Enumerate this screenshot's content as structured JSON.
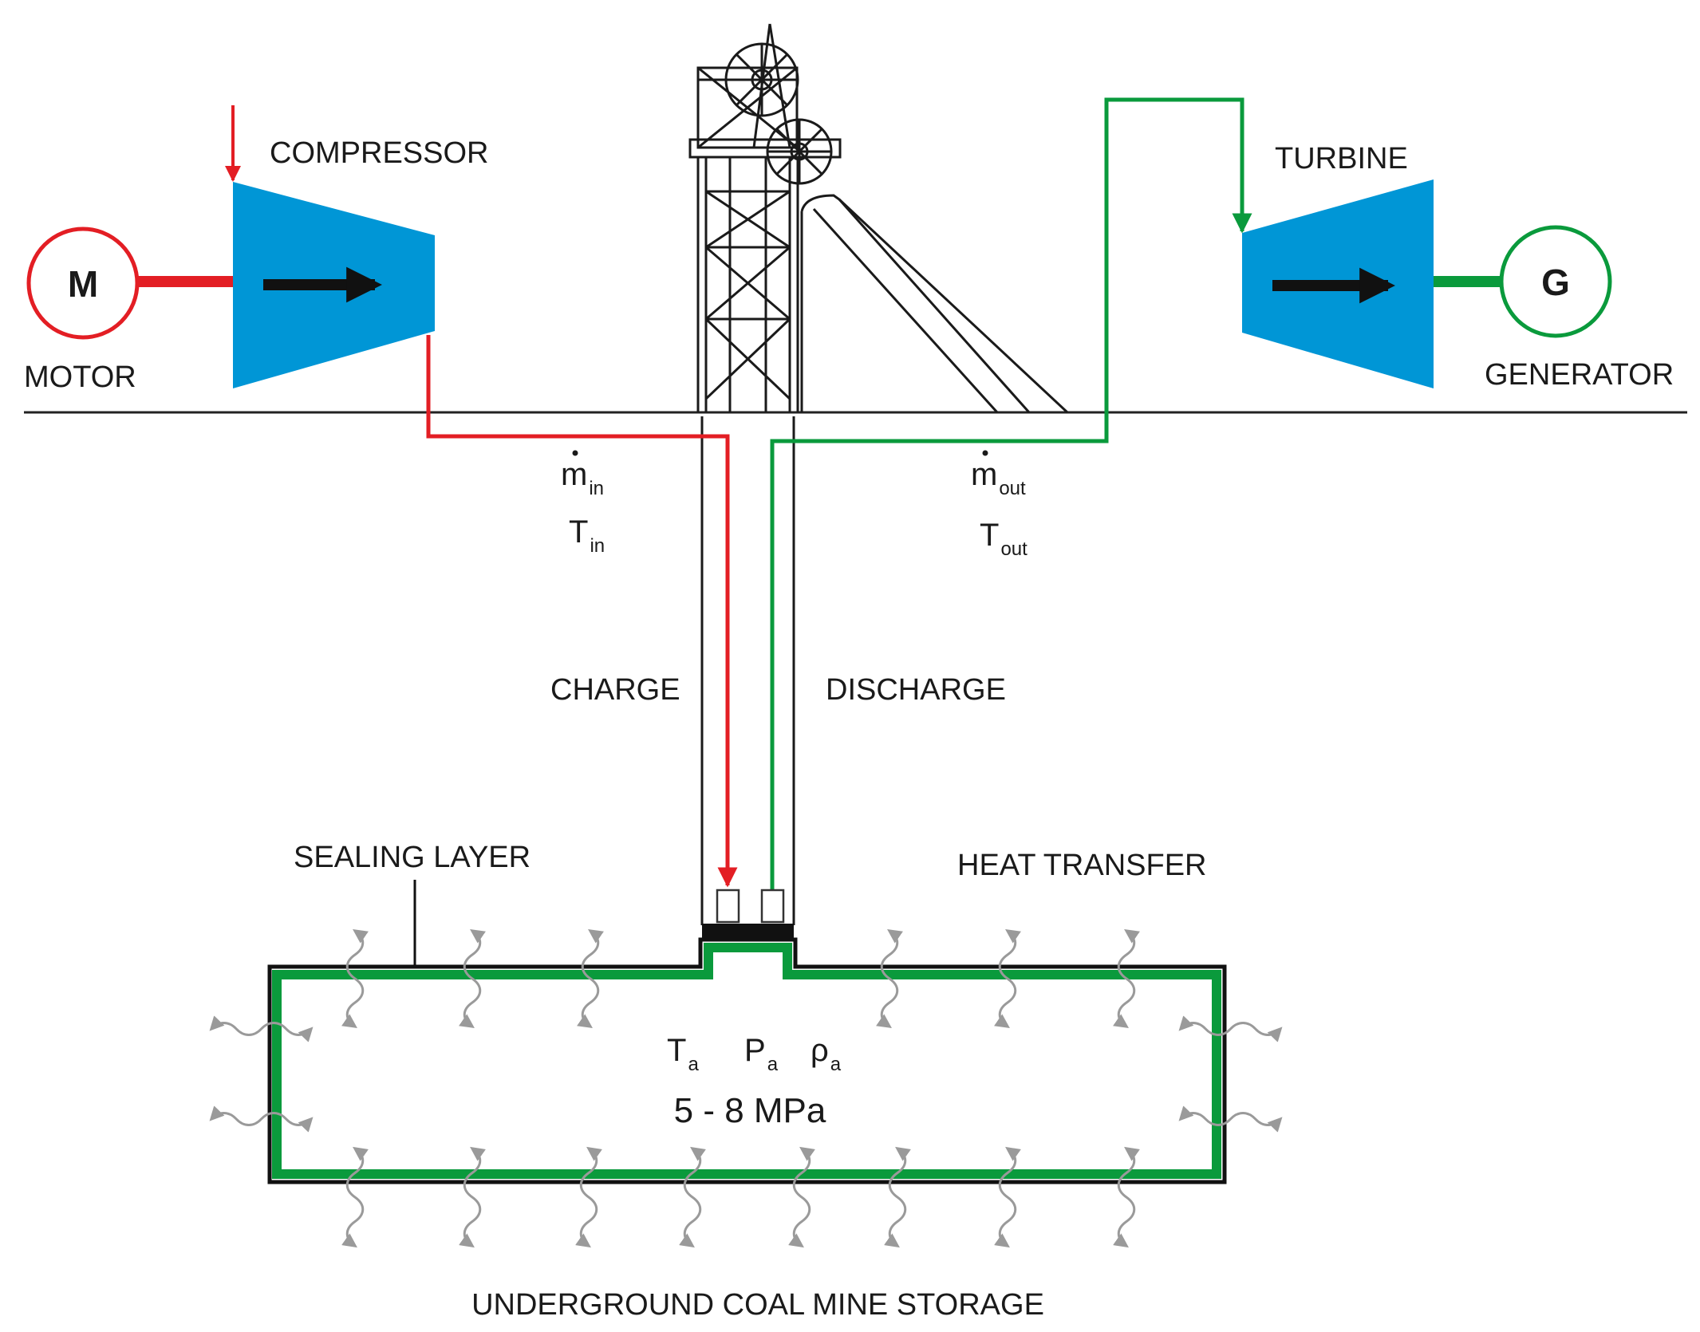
{
  "labels": {
    "compressor": "COMPRESSOR",
    "turbine": "TURBINE",
    "motor": "MOTOR",
    "motor_symbol": "M",
    "generator": "GENERATOR",
    "generator_symbol": "G",
    "charge": "CHARGE",
    "discharge": "DISCHARGE",
    "sealing_layer": "SEALING LAYER",
    "heat_transfer": "HEAT TRANSFER",
    "storage": "UNDERGROUND COAL MINE STORAGE",
    "pressure": "5 - 8 MPa"
  },
  "symbols": {
    "m_in": {
      "base": "m",
      "sub": "in"
    },
    "t_in": {
      "base": "T",
      "sub": "in"
    },
    "m_out": {
      "base": "m",
      "sub": "out"
    },
    "t_out": {
      "base": "T",
      "sub": "out"
    },
    "t_a": {
      "base": "T",
      "sub": "a"
    },
    "p_a": {
      "base": "P",
      "sub": "a"
    },
    "rho_a": {
      "base": "ρ",
      "sub": "a"
    }
  },
  "colors": {
    "charge_line": "#e31e24",
    "discharge_line": "#0a9a3c",
    "machine_fill": "#0096d6",
    "seal_green": "#0a9a3c",
    "heat_arrows": "#9a9a9a",
    "ink": "#1a1a1a"
  },
  "icons": {
    "headframe": "mine-headframe-icon",
    "heat": "wavy-double-arrow-icon"
  }
}
